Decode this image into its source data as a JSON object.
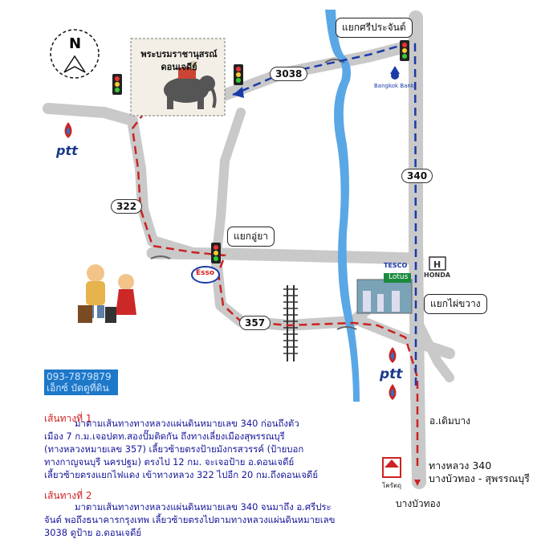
{
  "map_labels": {
    "compass": "N",
    "temple_line1": "พระบรมราชานุสรณ์",
    "temple_line2": "ดอนเจดีย์",
    "junction_sriprachan": "แยกศรีประจันต์",
    "junction_uya": "แยกอู่ยา",
    "junction_maikhwang": "แยกไผ่ขวาง",
    "road_3038": "3038",
    "road_340": "340",
    "road_322": "322",
    "road_357": "357",
    "bank_label": "Bangkok Bank",
    "ptt_1": "ptt",
    "ptt_2": "ptt",
    "esso": "Esso",
    "tesco": "TESCO",
    "lotus": "Lotus",
    "honda": "HONDA",
    "place_supan": "อ.เดิมบาง",
    "highway_line1": "ทางหลวง 340",
    "highway_line2": "บางบัวทอง - สุพรรณบุรี",
    "bottom_place": "บางบัวทอง",
    "landmark_bottom": "โครัตถุ"
  },
  "contact": {
    "phone": "093-7879879",
    "name": "เอ็กซ์ บัดดูที่ดิน"
  },
  "routes": [
    {
      "title": "เส้นทางที่ 1",
      "lines": [
        "มาตามเส้นทางทางหลวงแผ่นดินหมายเลข 340 ก่อนถึงตัว",
        "เมือง 7 ก.ม.เจอปตท.สองปั๊มติดกัน ถึงทางเลี่ยงเมืองสุพรรณบุรี",
        "(ทางหลวงหมายเลข 357) เลี้ยวซ้ายตรงป้ายมังกรสวรรค์ (ป้ายบอก",
        "ทางกาญจนบุรี นครปฐม) ตรงไป 12 กม. จะเจอป้าย อ.ดอนเจดีย์",
        "เลี้ยวซ้ายตรงแยกไฟแดง  เข้าทางหลวง 322   ไปอีก 20 กม.ถึงดอนเจดีย์"
      ]
    },
    {
      "title": "เส้นทางที่ 2",
      "lines": [
        "มาตามเส้นทางทางหลวงแผ่นดินหมายเลข 340 จนมาถึง อ.ศรีประ",
        "จันต์ พอถึงธนาคารกรุงเทพ เลี้ยวซ้ายตรงไปตามทางหลวงแผ่นดินหมายเลข",
        "3038 ดูป้าย อ.ดอนเจดีย์"
      ]
    }
  ],
  "colors": {
    "road": "#c8c8c8",
    "river": "#5aa7e6",
    "route1": "#cc2222",
    "route2": "#1a3aa8"
  }
}
